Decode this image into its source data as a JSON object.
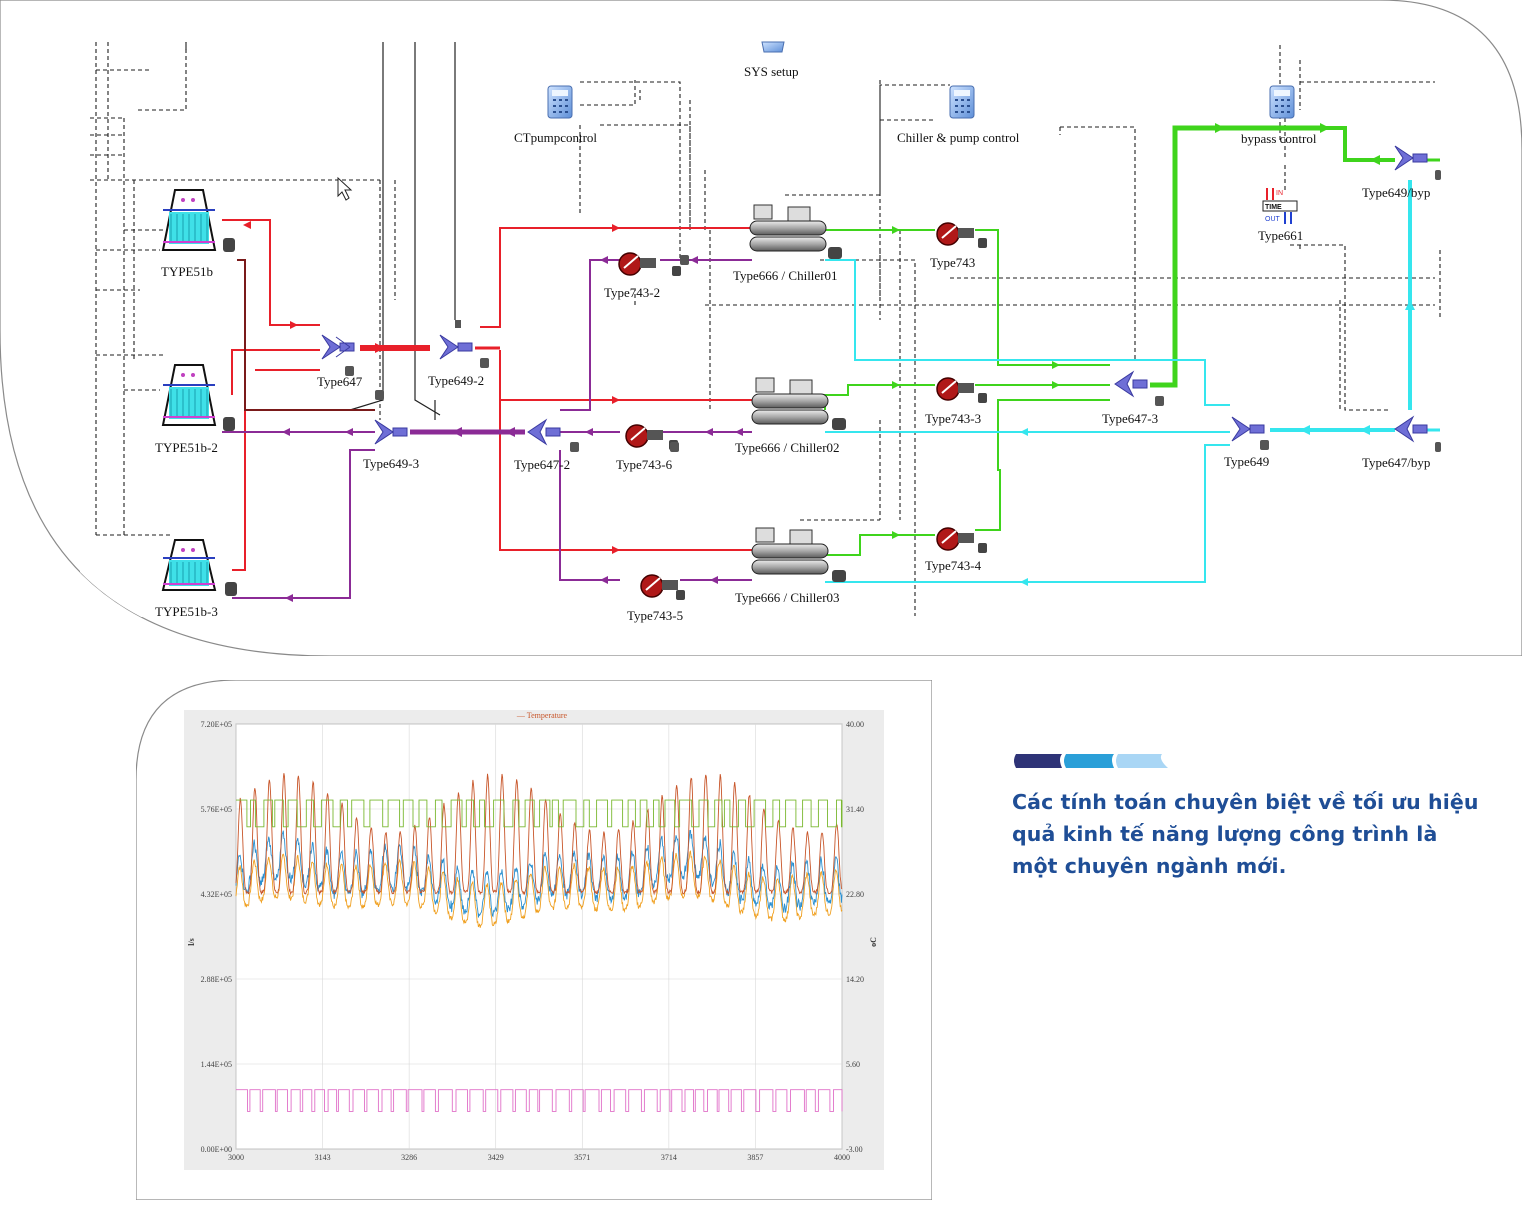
{
  "diagram": {
    "labels": {
      "sys_setup": "SYS setup",
      "ctpumpcontrol": "CTpumpcontrol",
      "chiller_pump_control": "Chiller & pump control",
      "bypass_control": "bypass control",
      "type661": "Type661",
      "type649_byp": "Type649/byp",
      "type647_byp": "Type647/byp",
      "type51b": "TYPE51b",
      "type51b_2": "TYPE51b-2",
      "type51b_3": "TYPE51b-3",
      "type647": "Type647",
      "type649_2": "Type649-2",
      "type649_3": "Type649-3",
      "type647_2": "Type647-2",
      "type647_3": "Type647-3",
      "type649": "Type649",
      "type743": "Type743",
      "type743_2": "Type743-2",
      "type743_3": "Type743-3",
      "type743_4": "Type743-4",
      "type743_5": "Type743-5",
      "type743_6": "Type743-6",
      "chiller01": "Type666 / Chiller01",
      "chiller02": "Type666 / Chiller02",
      "chiller03": "Type666 / Chiller03",
      "time_in": "IN",
      "time_box": "TIME",
      "time_out": "OUT"
    },
    "colors": {
      "condenser_supply": "#e8202a",
      "condenser_return": "#8b2b96",
      "chilled_supply": "#3fd41c",
      "chilled_return": "#35e6ee",
      "control": "#222222"
    }
  },
  "chart_data": {
    "type": "line",
    "legend": "Temperature",
    "ylabel_left": "l/s",
    "ylabel_right": "oC",
    "x_ticks": [
      "3000",
      "3143",
      "3286",
      "3429",
      "3571",
      "3714",
      "3857",
      "4000"
    ],
    "y_left_ticks": [
      "7.20E+05",
      "5.76E+05",
      "4.32E+05",
      "2.88E+05",
      "1.44E+05",
      "0.00E+00"
    ],
    "y_right_ticks": [
      "40.00",
      "31.40",
      "22.80",
      "14.20",
      "5.60",
      "-3.00"
    ],
    "xlim": [
      3000,
      4000
    ],
    "ylim_left": [
      0,
      720000
    ],
    "ylim_right": [
      -3,
      40
    ],
    "series": [
      {
        "name": "Temperature",
        "color": "#c8562a",
        "approx_min": 22,
        "approx_max": 36
      },
      {
        "color": "#2a8fd0",
        "approx_min": 23,
        "approx_max": 29
      },
      {
        "color": "#f0a020",
        "approx_min": 21,
        "approx_max": 26
      },
      {
        "color": "#7ab830",
        "values_levels": [
          29.6,
          32.3
        ]
      },
      {
        "color": "#e070c8",
        "values_levels": [
          0.8,
          3.0
        ]
      }
    ]
  },
  "caption": {
    "text": "Các tính toán chuyên biệt về tối ưu hiệu quả kinh tế năng lượng công trình là một chuyên ngành mới.",
    "stripe_colors": [
      "#2e3377",
      "#2a9fd8",
      "#a9d6f5"
    ]
  }
}
